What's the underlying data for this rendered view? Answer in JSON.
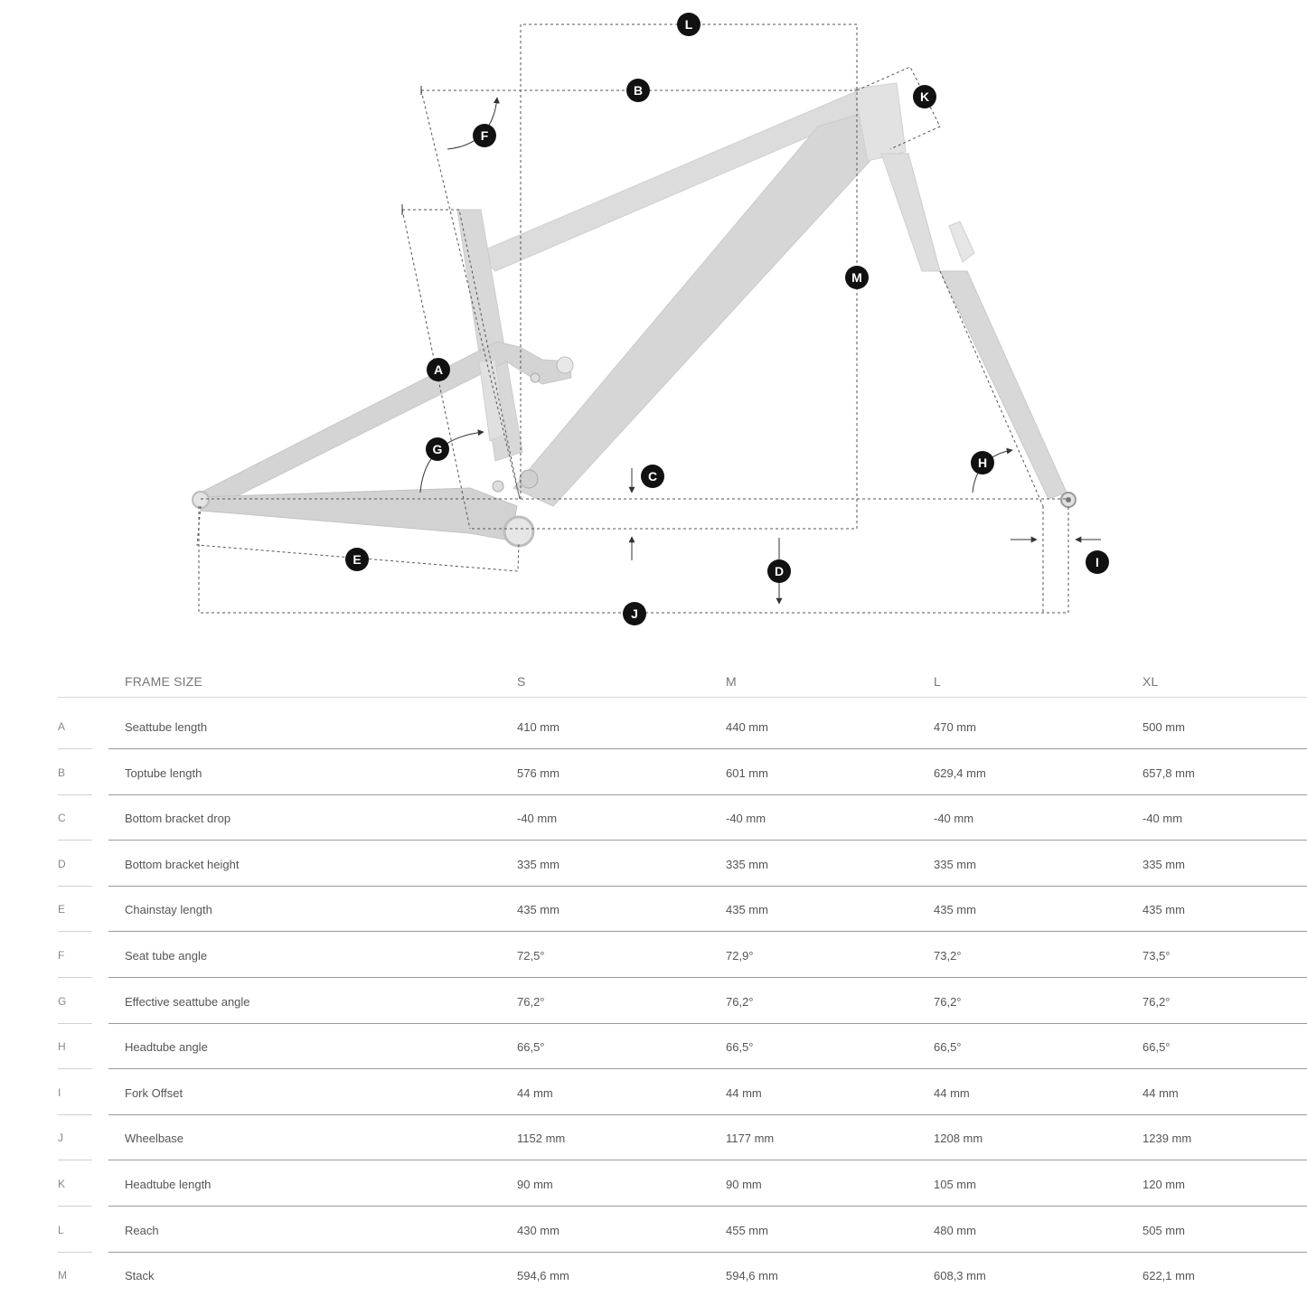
{
  "diagram": {
    "markers": [
      "A",
      "B",
      "C",
      "D",
      "E",
      "F",
      "G",
      "H",
      "I",
      "J",
      "K",
      "L",
      "M"
    ]
  },
  "table": {
    "header": {
      "frame_size": "FRAME SIZE",
      "sizes": [
        "S",
        "M",
        "L",
        "XL"
      ]
    },
    "rows": [
      {
        "letter": "A",
        "name": "Seattube length",
        "values": [
          "410 mm",
          "440 mm",
          "470 mm",
          "500 mm"
        ]
      },
      {
        "letter": "B",
        "name": "Toptube length",
        "values": [
          "576 mm",
          "601 mm",
          "629,4 mm",
          "657,8 mm"
        ]
      },
      {
        "letter": "C",
        "name": "Bottom bracket drop",
        "values": [
          "-40 mm",
          "-40 mm",
          "-40 mm",
          "-40 mm"
        ]
      },
      {
        "letter": "D",
        "name": "Bottom bracket height",
        "values": [
          "335 mm",
          "335 mm",
          "335 mm",
          "335 mm"
        ]
      },
      {
        "letter": "E",
        "name": "Chainstay length",
        "values": [
          "435 mm",
          "435 mm",
          "435 mm",
          "435 mm"
        ]
      },
      {
        "letter": "F",
        "name": "Seat tube angle",
        "values": [
          "72,5°",
          "72,9°",
          "73,2°",
          "73,5°"
        ]
      },
      {
        "letter": "G",
        "name": "Effective seattube angle",
        "values": [
          "76,2°",
          "76,2°",
          "76,2°",
          "76,2°"
        ]
      },
      {
        "letter": "H",
        "name": "Headtube angle",
        "values": [
          "66,5°",
          "66,5°",
          "66,5°",
          "66,5°"
        ]
      },
      {
        "letter": "I",
        "name": "Fork Offset",
        "values": [
          "44 mm",
          "44 mm",
          "44 mm",
          "44 mm"
        ]
      },
      {
        "letter": "J",
        "name": "Wheelbase",
        "values": [
          "1152 mm",
          "1177 mm",
          "1208 mm",
          "1239 mm"
        ]
      },
      {
        "letter": "K",
        "name": "Headtube length",
        "values": [
          "90 mm",
          "90 mm",
          "105 mm",
          "120 mm"
        ]
      },
      {
        "letter": "L",
        "name": "Reach",
        "values": [
          "430 mm",
          "455 mm",
          "480 mm",
          "505 mm"
        ]
      },
      {
        "letter": "M",
        "name": "Stack",
        "values": [
          "594,6 mm",
          "594,6 mm",
          "608,3 mm",
          "622,1 mm"
        ]
      }
    ]
  }
}
